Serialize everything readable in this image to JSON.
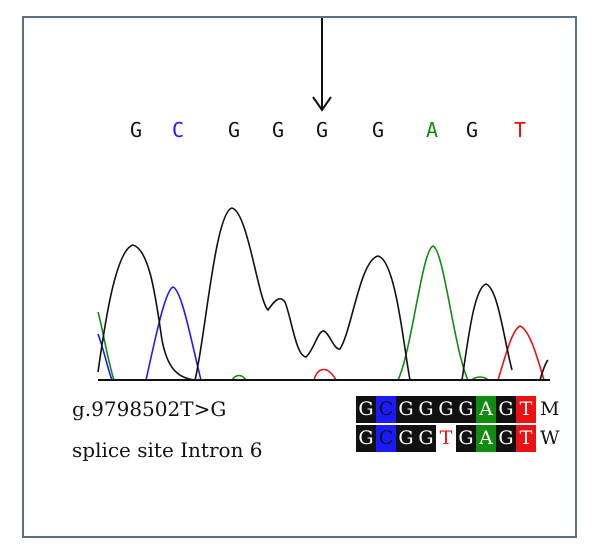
{
  "colors": {
    "G": "#111111",
    "C": "#1a1aff",
    "A": "#118c11",
    "T": "#ee1111",
    "frame": "#5b6f88"
  },
  "base_calls": [
    "G",
    "C",
    "G",
    "G",
    "G",
    "G",
    "A",
    "G",
    "T"
  ],
  "caption": {
    "line1": "g.9798502T>G",
    "line2": "splice site Intron 6"
  },
  "alignment": {
    "rows": [
      {
        "seq": [
          "G",
          "C",
          "G",
          "G",
          "G",
          "G",
          "A",
          "G",
          "T"
        ],
        "label": "M"
      },
      {
        "seq": [
          "G",
          "C",
          "G",
          "G",
          "T",
          "G",
          "A",
          "G",
          "T"
        ],
        "label": "W"
      }
    ]
  },
  "icons": {
    "marker": "down-arrow-icon"
  }
}
